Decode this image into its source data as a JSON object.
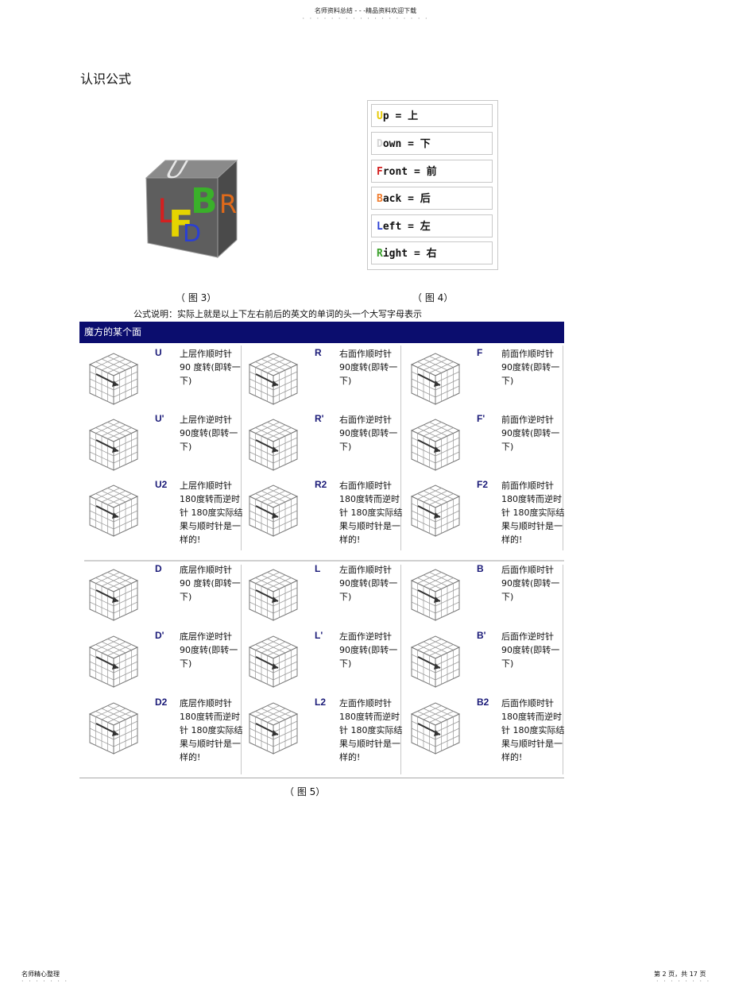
{
  "header": {
    "text": "名师资料总结 - - -精品资料欢迎下载",
    "dots": "· · · · · · · · · · · · · · · · · ·"
  },
  "section_title": "认识公式",
  "cube": {
    "letters": [
      "U",
      "B",
      "R",
      "L",
      "F",
      "D"
    ]
  },
  "faces": [
    {
      "initial": "U",
      "rest": "p = 上",
      "color": "#e6c800"
    },
    {
      "initial": "D",
      "rest": "own = 下",
      "color": "#d4d4d4"
    },
    {
      "initial": "F",
      "rest": "ront = 前",
      "color": "#d42020"
    },
    {
      "initial": "B",
      "rest": "ack = 后",
      "color": "#f07a2a"
    },
    {
      "initial": "L",
      "rest": "eft = 左",
      "color": "#2a3fd4"
    },
    {
      "initial": "R",
      "rest": "ight = 右",
      "color": "#3aa02a"
    }
  ],
  "captions": {
    "fig3": "（ 图  3）",
    "fig4": "（ 图  4）",
    "fig5": "（ 图  5）"
  },
  "explanation": "公式说明：实际上就是以上下左右前后的英文的单词的头一个大写字母表示",
  "panel_title": "魔方的某个面",
  "moves": [
    {
      "code": "U",
      "desc": "上层作顺时针 90 度转(即转一下)"
    },
    {
      "code": "R",
      "desc": "右面作顺时针 90度转(即转一下)"
    },
    {
      "code": "F",
      "desc": "前面作顺时针 90度转(即转一下)"
    },
    {
      "code": "U'",
      "desc": "上层作逆时针 90度转(即转一下)"
    },
    {
      "code": "R'",
      "desc": "右面作逆时针 90度转(即转一下)"
    },
    {
      "code": "F'",
      "desc": "前面作逆时针 90度转(即转一下)"
    },
    {
      "code": "U2",
      "desc": "上层作顺时针 180度转而逆时针 180度实际结果与顺时针是一样的!"
    },
    {
      "code": "R2",
      "desc": "右面作顺时针 180度转而逆时针 180度实际结果与顺时针是一样的!"
    },
    {
      "code": "F2",
      "desc": "前面作顺时针 180度转而逆时针 180度实际结果与顺时针是一样的!"
    },
    {
      "code": "D",
      "desc": "底层作顺时针 90 度转(即转一下)"
    },
    {
      "code": "L",
      "desc": "左面作顺时针 90度转(即转一下)"
    },
    {
      "code": "B",
      "desc": "后面作顺时针 90度转(即转一下)"
    },
    {
      "code": "D'",
      "desc": "底层作逆时针 90度转(即转一下)"
    },
    {
      "code": "L'",
      "desc": "左面作逆时针 90度转(即转一下)"
    },
    {
      "code": "B'",
      "desc": "后面作逆时针 90度转(即转一下)"
    },
    {
      "code": "D2",
      "desc": "底层作顺时针 180度转而逆时针 180度实际结果与顺时针是一样的!"
    },
    {
      "code": "L2",
      "desc": "左面作顺时针 180度转而逆时针 180度实际结果与顺时针是一样的!"
    },
    {
      "code": "B2",
      "desc": "后面作顺时针 180度转而逆时针 180度实际结果与顺时针是一样的!"
    }
  ],
  "footer": {
    "left": "名师精心整理",
    "left_dots": "· · · · · · ·",
    "right": "第 2 页，共 17 页",
    "right_dots": "· · · · · · · ·"
  }
}
